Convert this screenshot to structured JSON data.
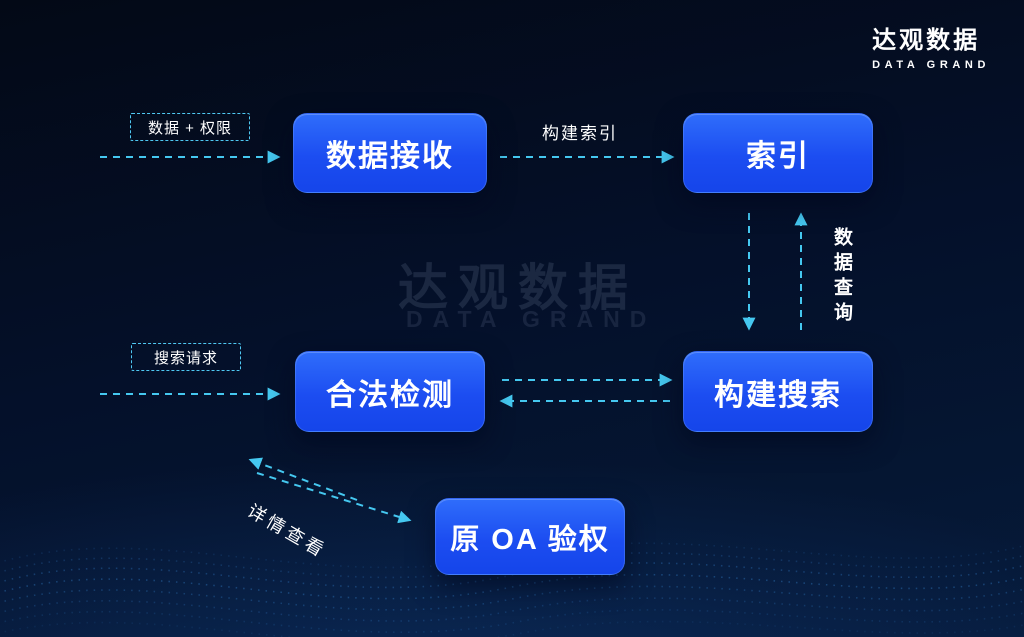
{
  "brand": {
    "logo_cn": "达观数据",
    "logo_en": "DATA GRAND"
  },
  "watermark": {
    "cn": "达观数据",
    "en": "DATA GRAND"
  },
  "diagram": {
    "nodes": {
      "data_receive": "数据接收",
      "index": "索引",
      "legality_check": "合法检测",
      "build_search": "构建搜索",
      "oa_auth": "原 OA 验权"
    },
    "edge_labels": {
      "data_permission": "数据 + 权限",
      "build_index": "构建索引",
      "data_query": "数据查询",
      "search_request": "搜索请求",
      "detail_view": "详情查看"
    }
  },
  "colors": {
    "background": "#04102a",
    "node_blue": "#1f55f2",
    "arrow_cyan": "#45c8f0",
    "text": "#ffffff"
  }
}
